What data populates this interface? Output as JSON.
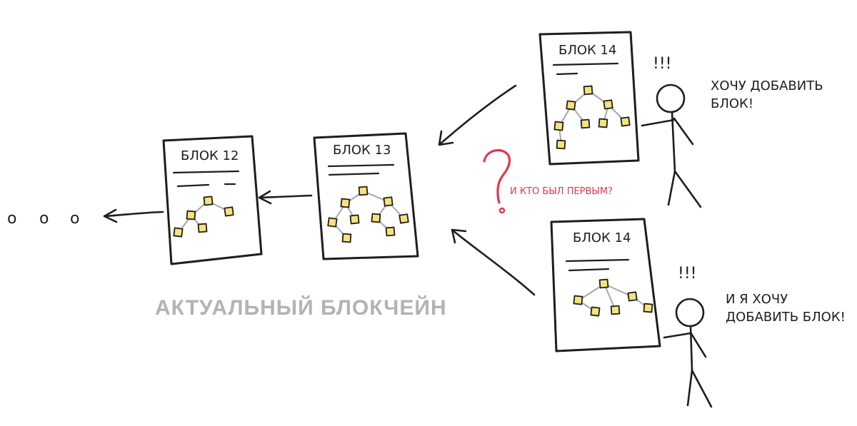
{
  "chain_ellipsis": [
    "o",
    "o",
    "o"
  ],
  "blocks": {
    "block_12": {
      "title": "БЛОК 12"
    },
    "block_13": {
      "title": "БЛОК 13"
    },
    "block_14_top": {
      "title": "БЛОК 14"
    },
    "block_14_bottom": {
      "title": "БЛОК 14"
    }
  },
  "caption": {
    "text": "АКТУАЛЬНЫЙ БЛОКЧЕЙН",
    "color": "#b3b3b3"
  },
  "question": {
    "mark": "?",
    "text": "И КТО БЫЛ ПЕРВЫМ?",
    "color": "#e8334a"
  },
  "miner_top": {
    "exclaim": "!!!",
    "speech_line1": "ХОЧУ ДОБАВИТЬ",
    "speech_line2": "БЛОК!"
  },
  "miner_bottom": {
    "exclaim": "!!!",
    "speech_line1": "И Я ХОЧУ",
    "speech_line2": "ДОБАВИТЬ БЛОК!"
  },
  "colors": {
    "ink": "#1e1e1e",
    "transaction_fill": "#f6e27a",
    "transaction_link": "#a7a7a7"
  },
  "icons": {
    "transaction": "yellow-square-icon",
    "arrow": "hand-drawn-arrow-icon",
    "person": "stick-figure-icon"
  }
}
